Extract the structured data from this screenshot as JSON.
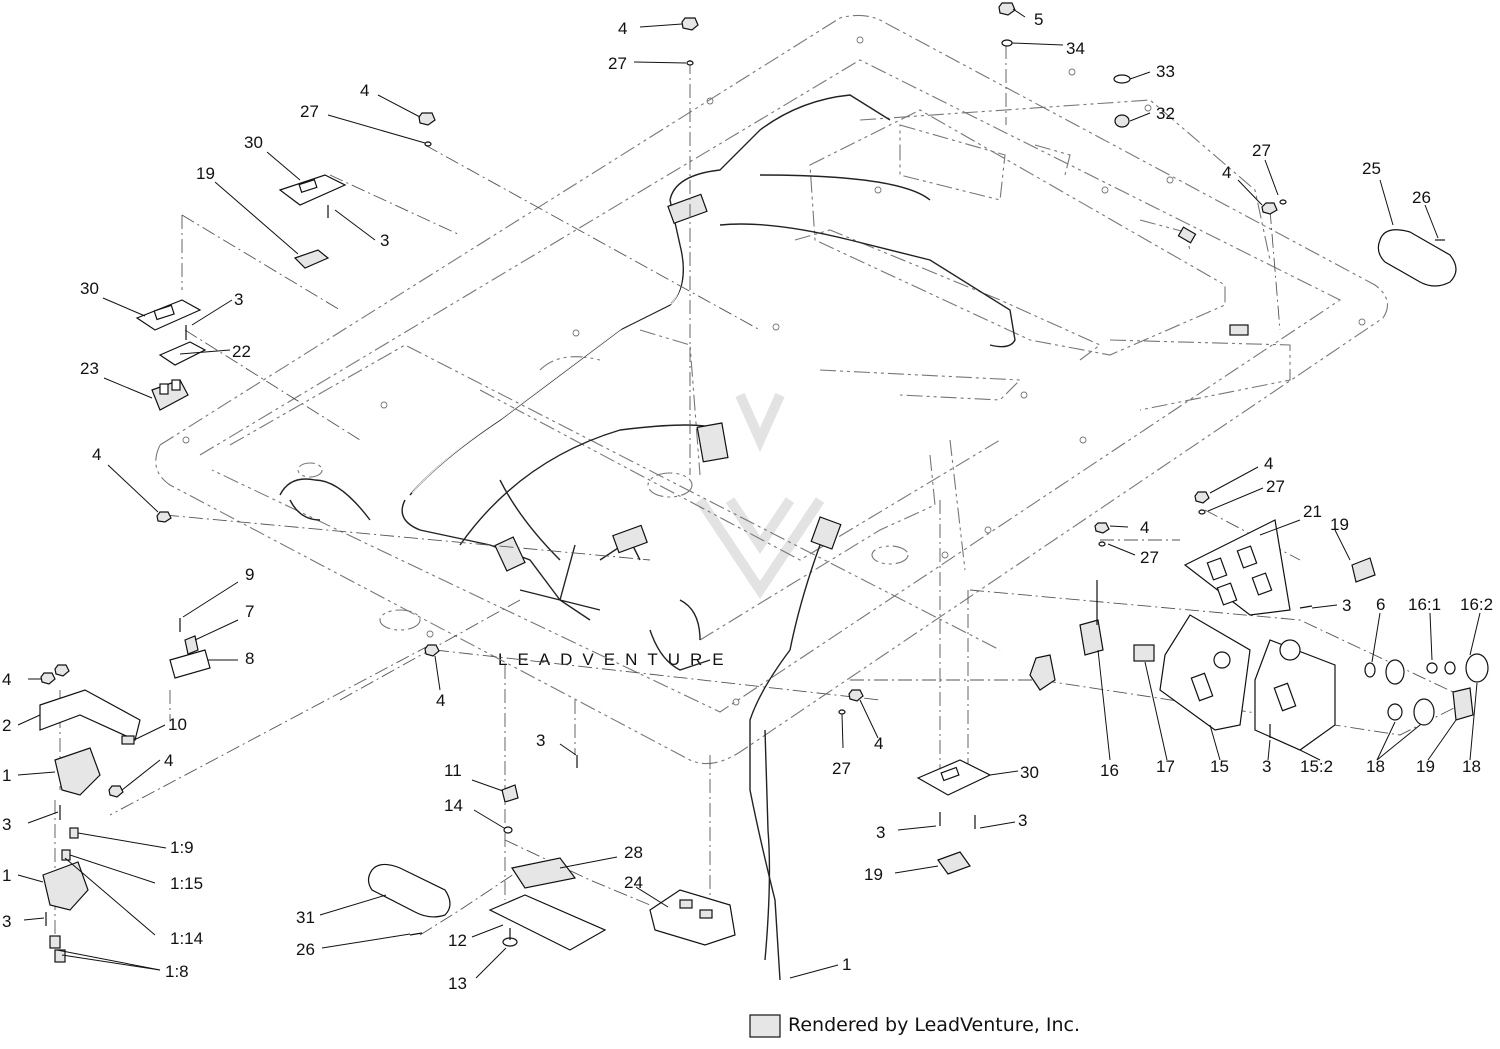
{
  "watermark": "LEADVENTURE",
  "credit": "Rendered by LeadVenture, Inc.",
  "callouts": [
    {
      "id": "c-4-a",
      "label": "4"
    },
    {
      "id": "c-27-a",
      "label": "27"
    },
    {
      "id": "c-5",
      "label": "5"
    },
    {
      "id": "c-34",
      "label": "34"
    },
    {
      "id": "c-33",
      "label": "33"
    },
    {
      "id": "c-32",
      "label": "32"
    },
    {
      "id": "c-4-b",
      "label": "4"
    },
    {
      "id": "c-27-b",
      "label": "27"
    },
    {
      "id": "c-30-a",
      "label": "30"
    },
    {
      "id": "c-19-a",
      "label": "19"
    },
    {
      "id": "c-3-a",
      "label": "3"
    },
    {
      "id": "c-30-b",
      "label": "30"
    },
    {
      "id": "c-3-b",
      "label": "3"
    },
    {
      "id": "c-22",
      "label": "22"
    },
    {
      "id": "c-23",
      "label": "23"
    },
    {
      "id": "c-27-c",
      "label": "27"
    },
    {
      "id": "c-4-c",
      "label": "4"
    },
    {
      "id": "c-25",
      "label": "25"
    },
    {
      "id": "c-26-a",
      "label": "26"
    },
    {
      "id": "c-4-d",
      "label": "4"
    },
    {
      "id": "c-4-e",
      "label": "4"
    },
    {
      "id": "c-27-d",
      "label": "27"
    },
    {
      "id": "c-4-f",
      "label": "4"
    },
    {
      "id": "c-27-e",
      "label": "27"
    },
    {
      "id": "c-21",
      "label": "21"
    },
    {
      "id": "c-19-b",
      "label": "19"
    },
    {
      "id": "c-3-c",
      "label": "3"
    },
    {
      "id": "c-6",
      "label": "6"
    },
    {
      "id": "c-16-1",
      "label": "16:1"
    },
    {
      "id": "c-16-2",
      "label": "16:2"
    },
    {
      "id": "c-9",
      "label": "9"
    },
    {
      "id": "c-7",
      "label": "7"
    },
    {
      "id": "c-8",
      "label": "8"
    },
    {
      "id": "c-4-g",
      "label": "4"
    },
    {
      "id": "c-2",
      "label": "2"
    },
    {
      "id": "c-10",
      "label": "10"
    },
    {
      "id": "c-4-h",
      "label": "4"
    },
    {
      "id": "c-1-a",
      "label": "1"
    },
    {
      "id": "c-3-d",
      "label": "3"
    },
    {
      "id": "c-1-9",
      "label": "1:9"
    },
    {
      "id": "c-1-15",
      "label": "1:15"
    },
    {
      "id": "c-1-b",
      "label": "1"
    },
    {
      "id": "c-1-14",
      "label": "1:14"
    },
    {
      "id": "c-3-e",
      "label": "3"
    },
    {
      "id": "c-1-8",
      "label": "1:8"
    },
    {
      "id": "c-4-i",
      "label": "4"
    },
    {
      "id": "c-3-f",
      "label": "3"
    },
    {
      "id": "c-11",
      "label": "11"
    },
    {
      "id": "c-14",
      "label": "14"
    },
    {
      "id": "c-28",
      "label": "28"
    },
    {
      "id": "c-24",
      "label": "24"
    },
    {
      "id": "c-31",
      "label": "31"
    },
    {
      "id": "c-26-b",
      "label": "26"
    },
    {
      "id": "c-12",
      "label": "12"
    },
    {
      "id": "c-13",
      "label": "13"
    },
    {
      "id": "c-1-c",
      "label": "1"
    },
    {
      "id": "c-27-f",
      "label": "27"
    },
    {
      "id": "c-4-j",
      "label": "4"
    },
    {
      "id": "c-30-c",
      "label": "30"
    },
    {
      "id": "c-3-g",
      "label": "3"
    },
    {
      "id": "c-3-h",
      "label": "3"
    },
    {
      "id": "c-19-c",
      "label": "19"
    },
    {
      "id": "c-16",
      "label": "16"
    },
    {
      "id": "c-17",
      "label": "17"
    },
    {
      "id": "c-15",
      "label": "15"
    },
    {
      "id": "c-3-i",
      "label": "3"
    },
    {
      "id": "c-15-2",
      "label": "15:2"
    },
    {
      "id": "c-18-a",
      "label": "18"
    },
    {
      "id": "c-19-d",
      "label": "19"
    },
    {
      "id": "c-18-b",
      "label": "18"
    }
  ]
}
